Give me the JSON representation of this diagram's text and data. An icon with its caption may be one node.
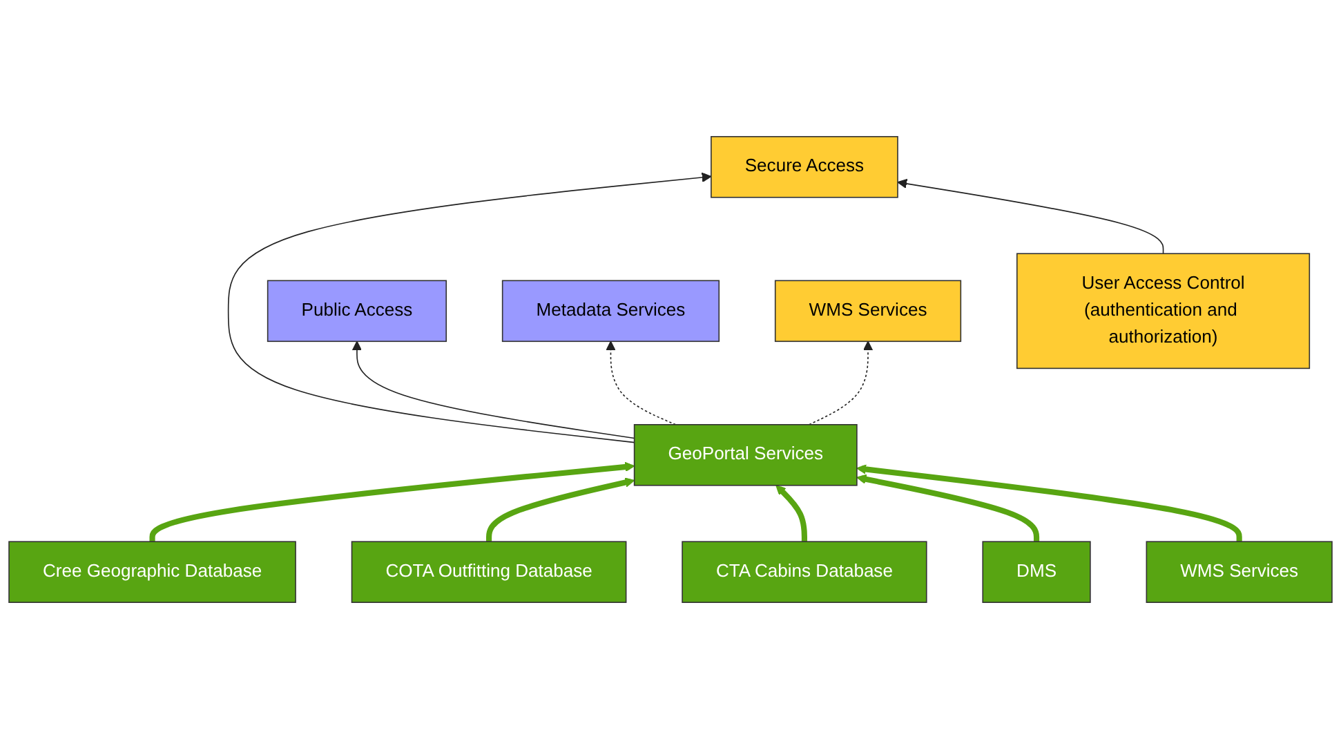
{
  "diagram": {
    "nodes": [
      {
        "text": [
          "User Access Control",
          "(authentication and authorization)"
        ]
      },
      {
        "text": [
          "Public Access"
        ]
      },
      {
        "text": [
          "Secure Access"
        ]
      },
      {
        "text": [
          "Metadata Services"
        ]
      },
      {
        "text": [
          "GeoPortal Services"
        ]
      },
      {
        "text": [
          "WMS Services"
        ]
      },
      {
        "text": [
          "Cree Geographic Database"
        ]
      },
      {
        "text": [
          "COTA Outfitting Database"
        ]
      },
      {
        "text": [
          "CTA Cabins Database"
        ]
      },
      {
        "text": [
          "DMS"
        ]
      },
      {
        "text": [
          "WMS Services"
        ]
      }
    ],
    "edges": [
      {
        "from": 4,
        "to": 1,
        "arrow": "to"
      },
      {
        "from": 4,
        "to": 2,
        "arrow": "to"
      },
      {
        "from": 0,
        "to": 2,
        "arrow": "to"
      },
      {
        "from": 4,
        "to": 3,
        "arrow": "to",
        "style": "dashed"
      },
      {
        "from": 4,
        "to": 5,
        "arrow": "to",
        "style": "dashed"
      },
      {
        "from": 6,
        "to": 4,
        "arrow": "to",
        "style": "thick",
        "color": "#58a512"
      },
      {
        "from": 7,
        "to": 4,
        "arrow": "to",
        "style": "thick",
        "color": "#58a512"
      },
      {
        "from": 8,
        "to": 4,
        "arrow": "to",
        "style": "thick",
        "color": "#58a512"
      },
      {
        "from": 9,
        "to": 4,
        "arrow": "to",
        "style": "thick",
        "color": "#58a512"
      },
      {
        "from": 10,
        "to": 4,
        "arrow": "to",
        "style": "thick",
        "color": "#58a512"
      }
    ]
  }
}
